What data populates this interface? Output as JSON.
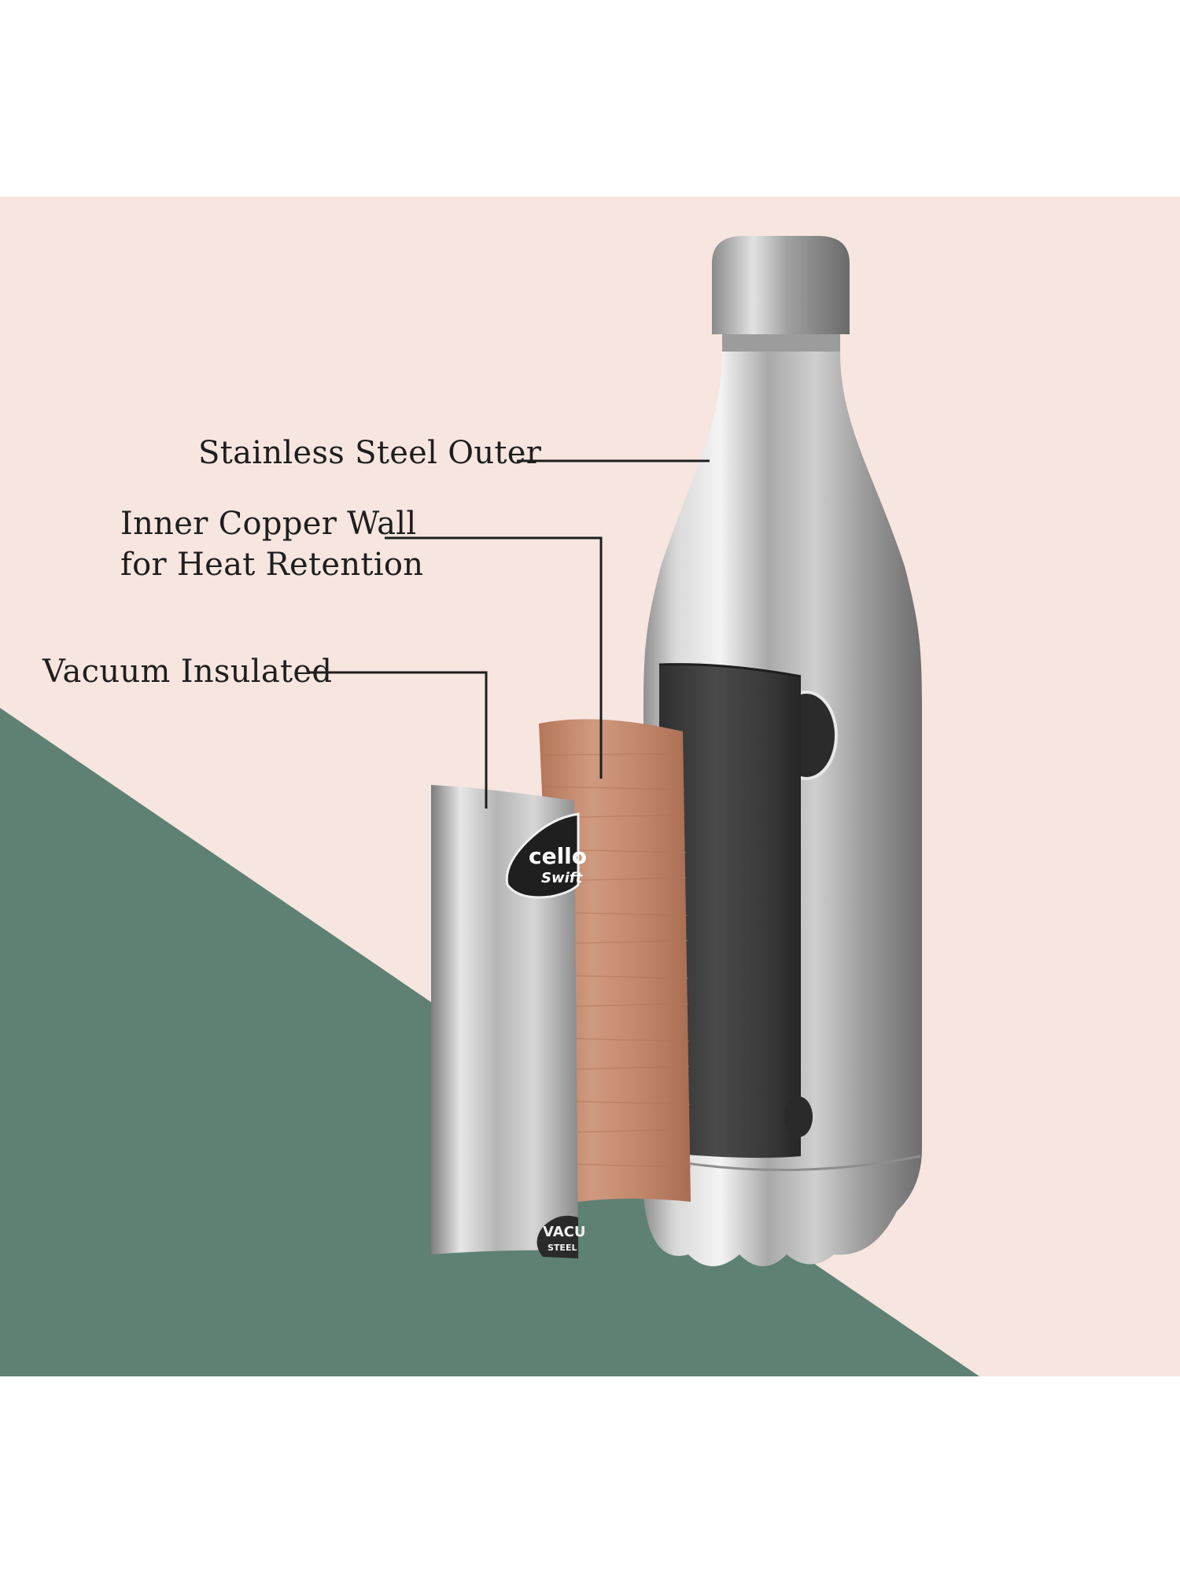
{
  "colors": {
    "background_top": "#ffffff",
    "peach_panel": "#f7e5df",
    "green_panel": "#5e8174",
    "copper": "#c48a70",
    "steel": "#b8b8b8",
    "dark_layer": "#3d3d3d",
    "callout_line": "#1e1e1e"
  },
  "callouts": {
    "outer": "Stainless Steel Outer",
    "copper_line1": "Inner Copper Wall",
    "copper_line2": "for Heat Retention",
    "vacuum": "Vacuum Insulated"
  },
  "logo": {
    "brand": "cello",
    "model": "Swift",
    "badge_top": "VACU",
    "badge_bottom": "STEEL"
  }
}
